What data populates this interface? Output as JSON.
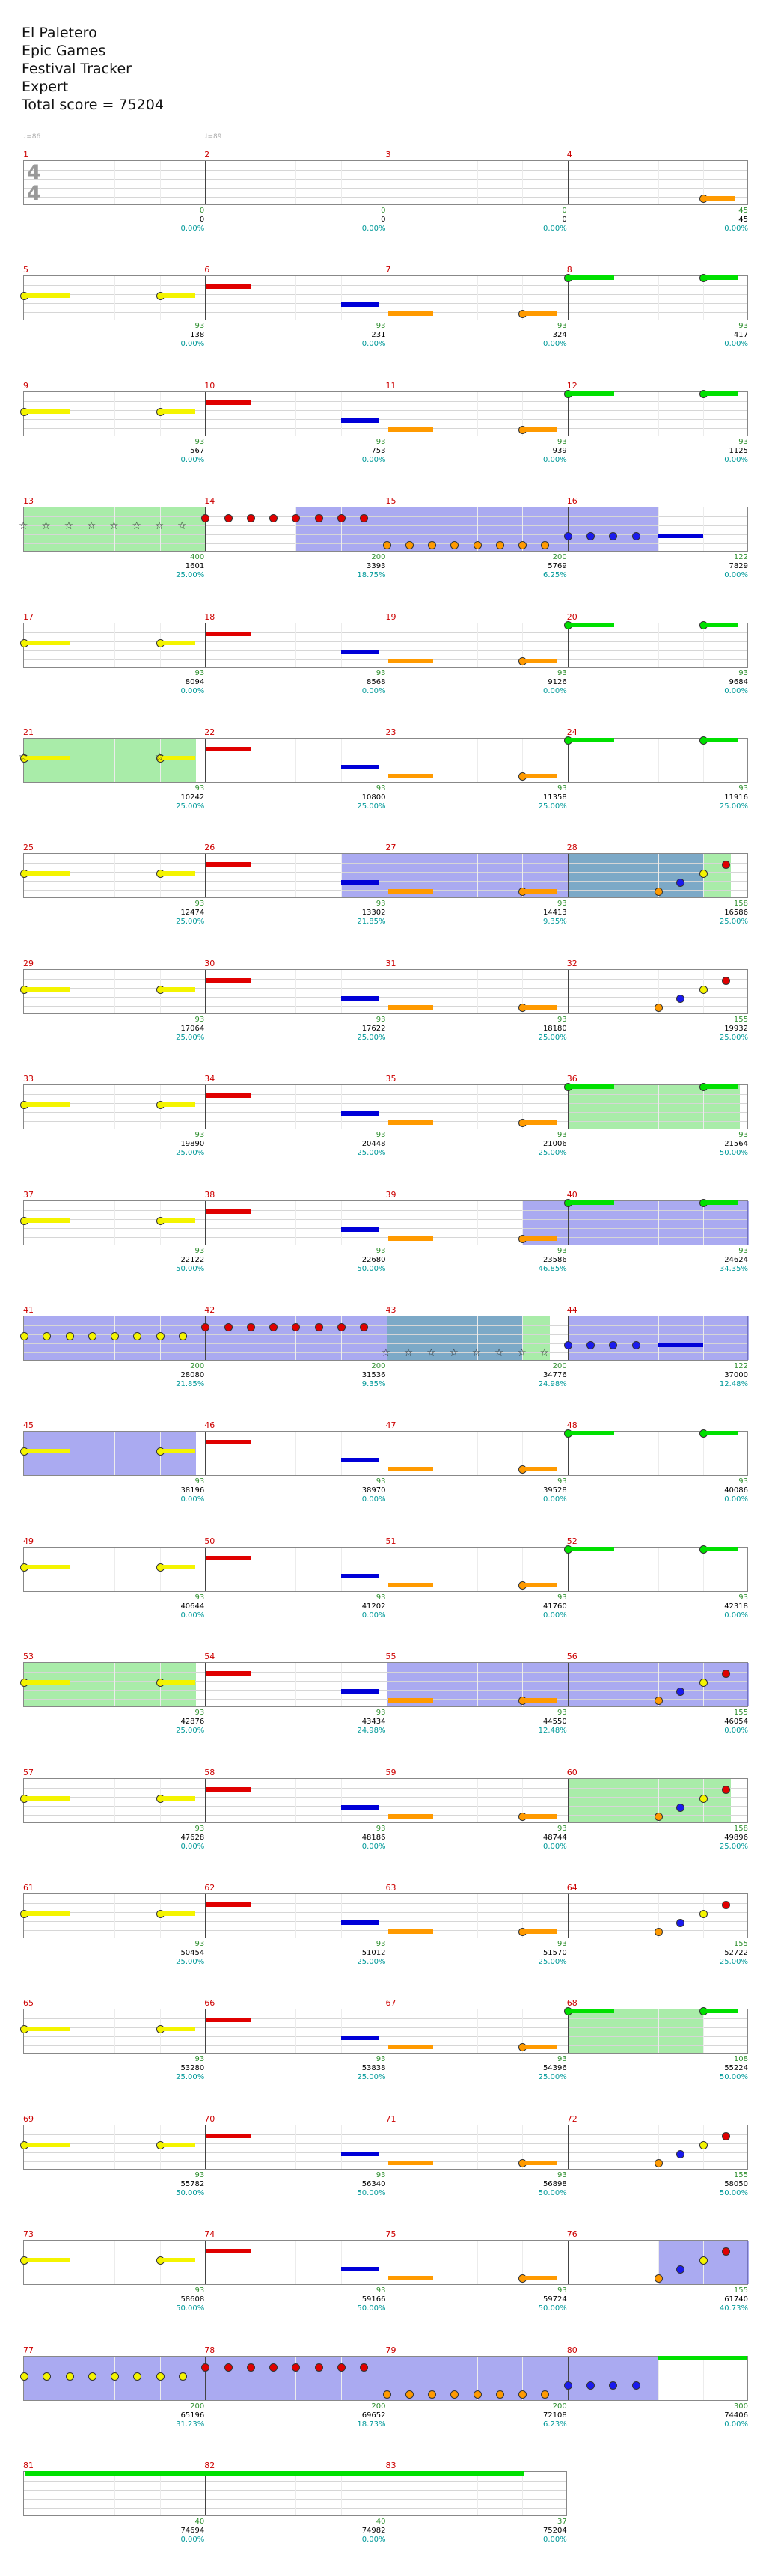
{
  "title": "El Paletero",
  "artist": "Epic Games",
  "game": "Festival Tracker",
  "difficulty": "Expert",
  "total_score_label": "Total score = 75204",
  "colors": {
    "green": "#00e000",
    "red": "#e00000",
    "yellow": "#f4f400",
    "blue": "#0000d8",
    "orange": "#ff9a00",
    "overdrive": "#7070e0",
    "star_power": "#90ee90"
  },
  "tempo_marks": [
    "♩=86",
    "♩=89"
  ],
  "time_signature": {
    "top": "4",
    "bottom": "4"
  },
  "rows": [
    {
      "measures": [
        "1",
        "2",
        "3",
        "4"
      ],
      "yellow": [
        "0",
        "0",
        "0",
        "45"
      ],
      "scores": [
        "0",
        "0",
        "0",
        "45"
      ],
      "percents": [
        "0.00%",
        "0.00%",
        "0.00%",
        "0.00%"
      ]
    },
    {
      "measures": [
        "5",
        "6",
        "7",
        "8"
      ],
      "yellow": [
        "93",
        "93",
        "93",
        "93"
      ],
      "scores": [
        "138",
        "231",
        "324",
        "417"
      ],
      "percents": [
        "0.00%",
        "0.00%",
        "0.00%",
        "0.00%"
      ]
    },
    {
      "measures": [
        "9",
        "10",
        "11",
        "12"
      ],
      "yellow": [
        "93",
        "93",
        "93",
        "93"
      ],
      "scores": [
        "567",
        "753",
        "939",
        "1125"
      ],
      "percents": [
        "0.00%",
        "0.00%",
        "0.00%",
        "0.00%"
      ]
    },
    {
      "measures": [
        "13",
        "14",
        "15",
        "16"
      ],
      "yellow": [
        "400",
        "200",
        "200",
        "122"
      ],
      "scores": [
        "1601",
        "3393",
        "5769",
        "7829"
      ],
      "percents": [
        "25.00%",
        "18.75%",
        "6.25%",
        "0.00%"
      ]
    },
    {
      "measures": [
        "17",
        "18",
        "19",
        "20"
      ],
      "yellow": [
        "93",
        "93",
        "93",
        "93"
      ],
      "scores": [
        "8094",
        "8568",
        "9126",
        "9684"
      ],
      "percents": [
        "0.00%",
        "0.00%",
        "0.00%",
        "0.00%"
      ]
    },
    {
      "measures": [
        "21",
        "22",
        "23",
        "24"
      ],
      "yellow": [
        "93",
        "93",
        "93",
        "93"
      ],
      "scores": [
        "10242",
        "10800",
        "11358",
        "11916"
      ],
      "percents": [
        "25.00%",
        "25.00%",
        "25.00%",
        "25.00%"
      ]
    },
    {
      "measures": [
        "25",
        "26",
        "27",
        "28"
      ],
      "yellow": [
        "93",
        "93",
        "93",
        "158"
      ],
      "scores": [
        "12474",
        "13302",
        "14413",
        "16586"
      ],
      "percents": [
        "25.00%",
        "21.85%",
        "9.35%",
        "25.00%"
      ]
    },
    {
      "measures": [
        "29",
        "30",
        "31",
        "32"
      ],
      "yellow": [
        "93",
        "93",
        "93",
        "155"
      ],
      "scores": [
        "17064",
        "17622",
        "18180",
        "19932"
      ],
      "percents": [
        "25.00%",
        "25.00%",
        "25.00%",
        "25.00%"
      ]
    },
    {
      "measures": [
        "33",
        "34",
        "35",
        "36"
      ],
      "yellow": [
        "93",
        "93",
        "93",
        "93"
      ],
      "scores": [
        "19890",
        "20448",
        "21006",
        "21564"
      ],
      "percents": [
        "25.00%",
        "25.00%",
        "25.00%",
        "50.00%"
      ]
    },
    {
      "measures": [
        "37",
        "38",
        "39",
        "40"
      ],
      "yellow": [
        "93",
        "93",
        "93",
        "93"
      ],
      "scores": [
        "22122",
        "22680",
        "23586",
        "24624"
      ],
      "percents": [
        "50.00%",
        "50.00%",
        "46.85%",
        "34.35%"
      ]
    },
    {
      "measures": [
        "41",
        "42",
        "43",
        "44"
      ],
      "yellow": [
        "200",
        "200",
        "200",
        "122"
      ],
      "scores": [
        "28080",
        "31536",
        "34776",
        "37000"
      ],
      "percents": [
        "21.85%",
        "9.35%",
        "24.98%",
        "12.48%"
      ]
    },
    {
      "measures": [
        "45",
        "46",
        "47",
        "48"
      ],
      "yellow": [
        "93",
        "93",
        "93",
        "93"
      ],
      "scores": [
        "38196",
        "38970",
        "39528",
        "40086"
      ],
      "percents": [
        "0.00%",
        "0.00%",
        "0.00%",
        "0.00%"
      ]
    },
    {
      "measures": [
        "49",
        "50",
        "51",
        "52"
      ],
      "yellow": [
        "93",
        "93",
        "93",
        "93"
      ],
      "scores": [
        "40644",
        "41202",
        "41760",
        "42318"
      ],
      "percents": [
        "0.00%",
        "0.00%",
        "0.00%",
        "0.00%"
      ]
    },
    {
      "measures": [
        "53",
        "54",
        "55",
        "56"
      ],
      "yellow": [
        "93",
        "93",
        "93",
        "155"
      ],
      "scores": [
        "42876",
        "43434",
        "44550",
        "46054"
      ],
      "percents": [
        "25.00%",
        "24.98%",
        "12.48%",
        "0.00%"
      ]
    },
    {
      "measures": [
        "57",
        "58",
        "59",
        "60"
      ],
      "yellow": [
        "93",
        "93",
        "93",
        "158"
      ],
      "scores": [
        "47628",
        "48186",
        "48744",
        "49896"
      ],
      "percents": [
        "0.00%",
        "0.00%",
        "0.00%",
        "25.00%"
      ]
    },
    {
      "measures": [
        "61",
        "62",
        "63",
        "64"
      ],
      "yellow": [
        "93",
        "93",
        "93",
        "155"
      ],
      "scores": [
        "50454",
        "51012",
        "51570",
        "52722"
      ],
      "percents": [
        "25.00%",
        "25.00%",
        "25.00%",
        "25.00%"
      ]
    },
    {
      "measures": [
        "65",
        "66",
        "67",
        "68"
      ],
      "yellow": [
        "93",
        "93",
        "93",
        "108"
      ],
      "scores": [
        "53280",
        "53838",
        "54396",
        "55224"
      ],
      "percents": [
        "25.00%",
        "25.00%",
        "25.00%",
        "50.00%"
      ]
    },
    {
      "measures": [
        "69",
        "70",
        "71",
        "72"
      ],
      "yellow": [
        "93",
        "93",
        "93",
        "155"
      ],
      "scores": [
        "55782",
        "56340",
        "56898",
        "58050"
      ],
      "percents": [
        "50.00%",
        "50.00%",
        "50.00%",
        "50.00%"
      ]
    },
    {
      "measures": [
        "73",
        "74",
        "75",
        "76"
      ],
      "yellow": [
        "93",
        "93",
        "93",
        "155"
      ],
      "scores": [
        "58608",
        "59166",
        "59724",
        "61740"
      ],
      "percents": [
        "50.00%",
        "50.00%",
        "50.00%",
        "40.73%"
      ]
    },
    {
      "measures": [
        "77",
        "78",
        "79",
        "80"
      ],
      "yellow": [
        "200",
        "200",
        "200",
        "300"
      ],
      "scores": [
        "65196",
        "69652",
        "72108",
        "74406"
      ],
      "percents": [
        "31.23%",
        "18.73%",
        "6.23%",
        "0.00%"
      ]
    },
    {
      "measures": [
        "81",
        "82",
        "83"
      ],
      "yellow": [
        "40",
        "40",
        "37"
      ],
      "scores": [
        "74694",
        "74982",
        "75204"
      ],
      "percents": [
        "0.00%",
        "0.00%",
        "0.00%"
      ]
    }
  ]
}
